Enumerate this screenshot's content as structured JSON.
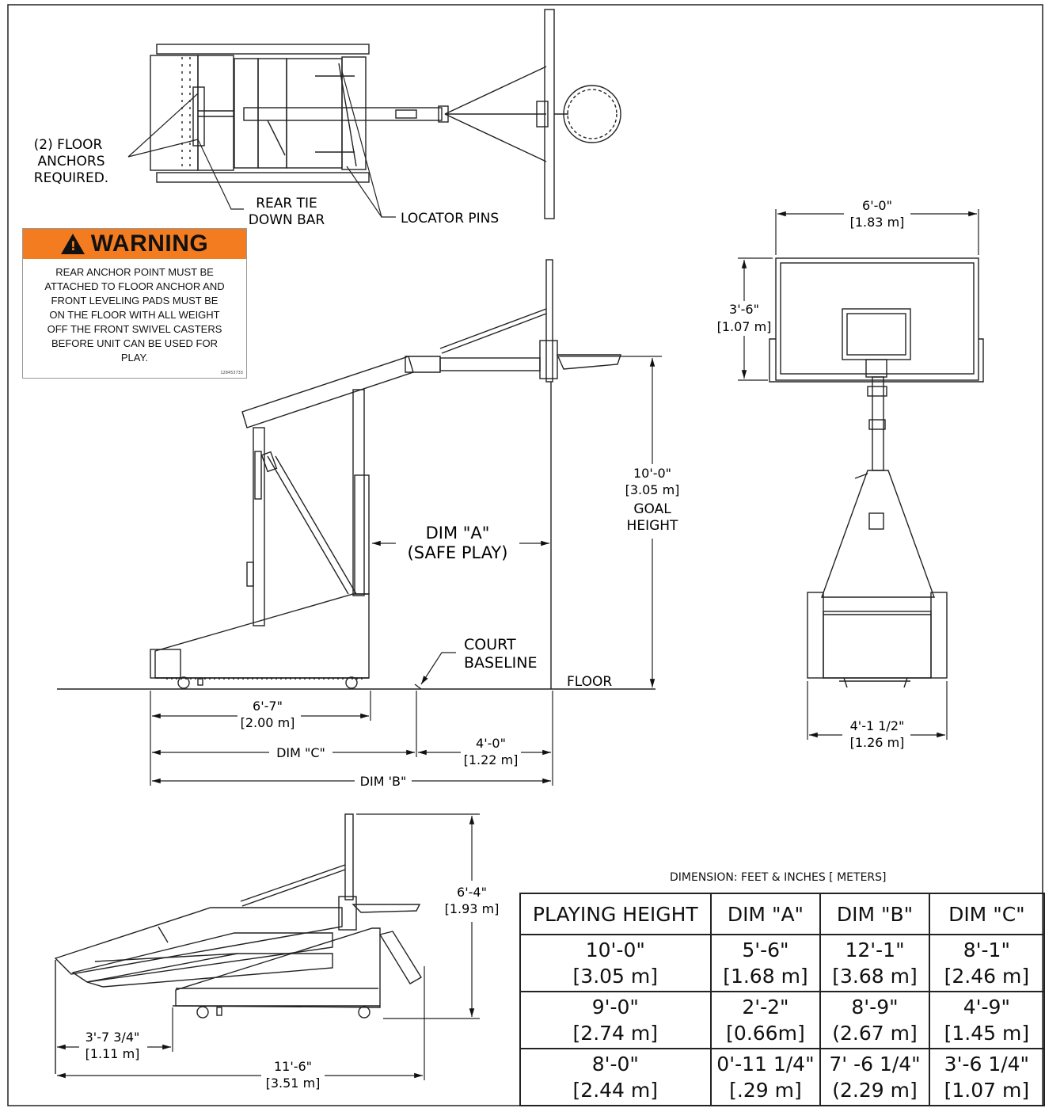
{
  "labels": {
    "floor_anchors": [
      "(2) FLOOR",
      "ANCHORS",
      "REQUIRED."
    ],
    "rear_tie": [
      "REAR TIE",
      "DOWN BAR"
    ],
    "locator_pins": "LOCATOR PINS",
    "dim_a": [
      "DIM \"A\"",
      "(SAFE PLAY)"
    ],
    "goal_height": [
      "10'-0\"",
      "[3.05 m]",
      "GOAL",
      "HEIGHT"
    ],
    "court_baseline": [
      "COURT",
      "BASELINE"
    ],
    "floor": "FLOOR",
    "base_len": [
      "6'-7\"",
      "[2.00 m]"
    ],
    "dim_c": "DIM \"C\"",
    "four_ft": [
      "4'-0\"",
      "[1.22 m]"
    ],
    "dim_b": "DIM 'B\"",
    "bb_width": [
      "6'-0\"",
      "[1.83 m]"
    ],
    "bb_height": [
      "3'-6\"",
      "[1.07 m]"
    ],
    "base_width": [
      "4'-1 1/2\"",
      "[1.26 m]"
    ],
    "fold_height": [
      "6'-4\"",
      "[1.93 m]"
    ],
    "fold_rear": [
      "3'-7 3/4\"",
      "[1.11 m]"
    ],
    "fold_len": [
      "11'-6\"",
      "[3.51 m]"
    ]
  },
  "warning": {
    "title": "WARNING",
    "lines": [
      "REAR ANCHOR POINT MUST BE",
      "ATTACHED TO FLOOR ANCHOR AND",
      "FRONT LEVELING PADS MUST BE",
      "ON THE FLOOR WITH ALL WEIGHT",
      "OFF THE FRONT SWIVEL CASTERS",
      "BEFORE UNIT CAN BE USED FOR",
      "PLAY."
    ],
    "code": "128453733",
    "color": "#f47c20"
  },
  "table": {
    "caption": "DIMENSION:  FEET & INCHES  [ METERS]",
    "headers": [
      "PLAYING HEIGHT",
      "DIM \"A\"",
      "DIM \"B\"",
      "DIM \"C\""
    ],
    "rows": [
      [
        [
          "10'-0\"",
          "[3.05 m]"
        ],
        [
          "5'-6\"",
          "[1.68 m]"
        ],
        [
          "12'-1\"",
          "[3.68 m]"
        ],
        [
          "8'-1\"",
          "[2.46 m]"
        ]
      ],
      [
        [
          "9'-0\"",
          "[2.74 m]"
        ],
        [
          "2'-2\"",
          "[0.66m]"
        ],
        [
          "8'-9\"",
          "(2.67 m]"
        ],
        [
          "4'-9\"",
          "[1.45 m]"
        ]
      ],
      [
        [
          "8'-0\"",
          "[2.44 m]"
        ],
        [
          "0'-11 1/4\"",
          "[.29 m]"
        ],
        [
          "7' -6 1/4\"",
          "(2.29 m]"
        ],
        [
          "3'-6 1/4\"",
          "[1.07 m]"
        ]
      ]
    ]
  }
}
